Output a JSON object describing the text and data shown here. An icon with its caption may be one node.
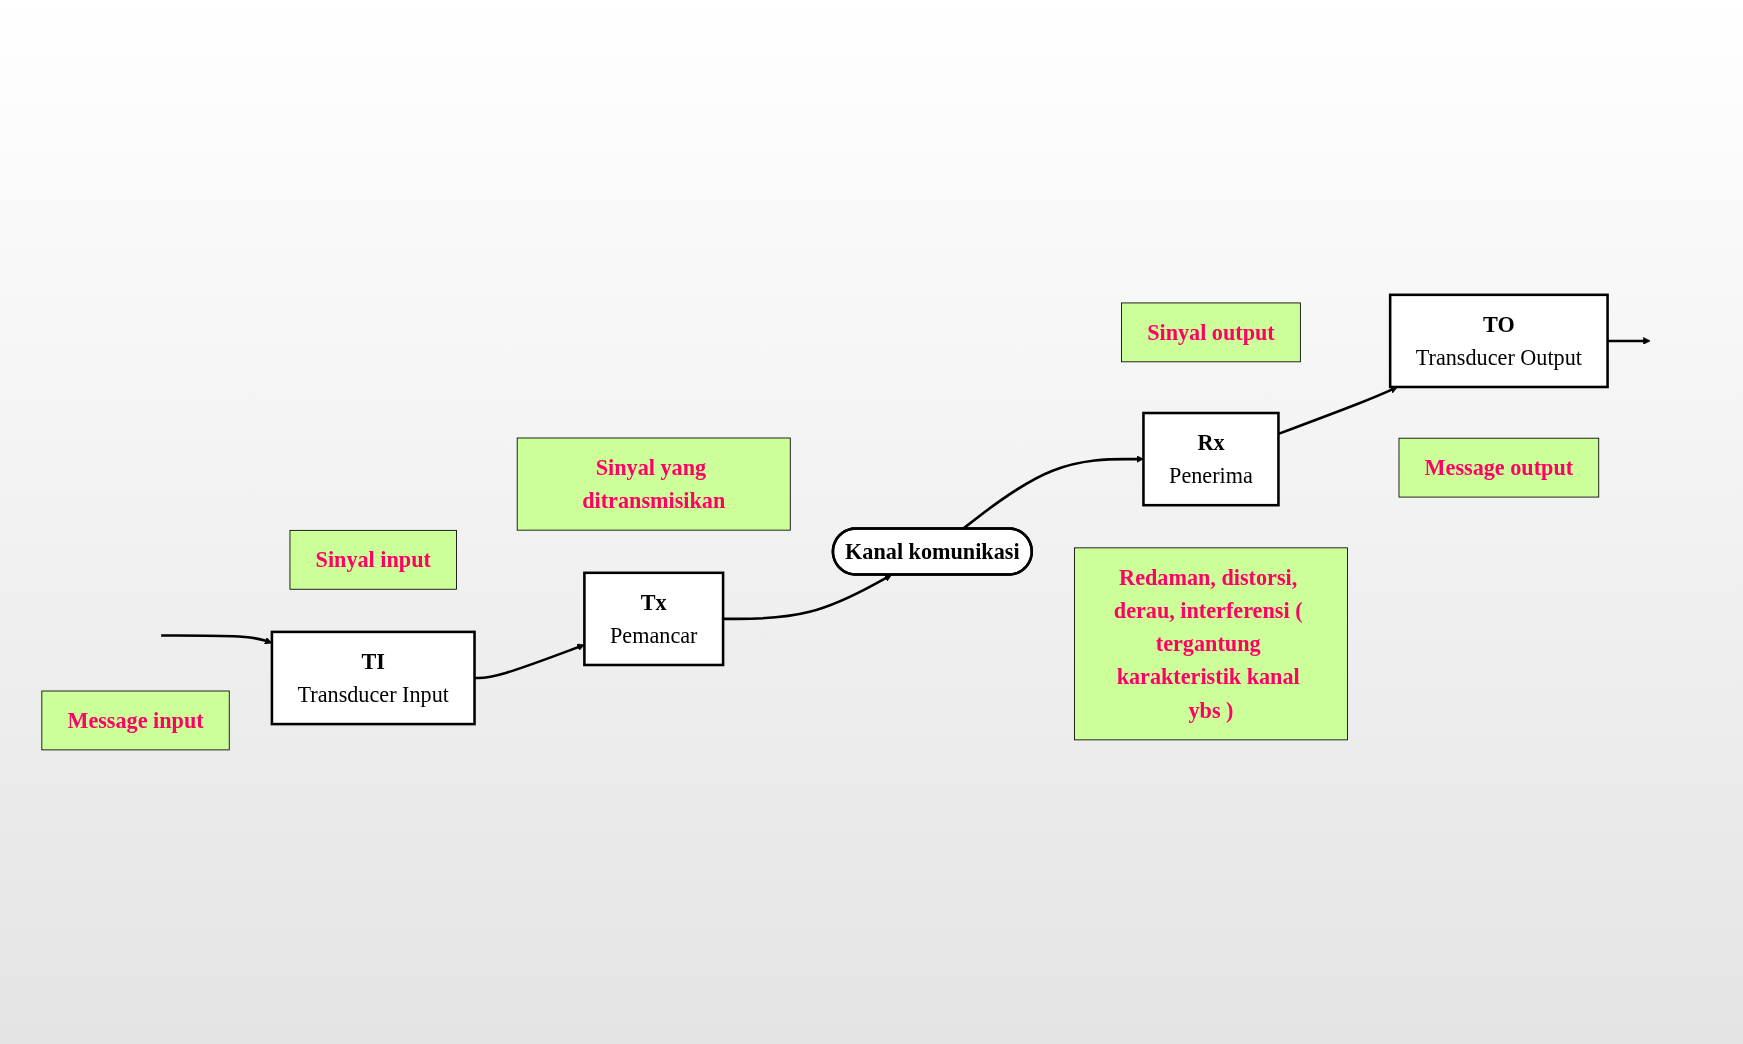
{
  "diagram": {
    "nodes": [
      {
        "text": [
          "Message input"
        ]
      },
      {
        "text": [
          "Sinyal input"
        ]
      },
      {
        "text": [
          "Sinyal yang ditransmisikan"
        ]
      },
      {
        "text": [
          "TI",
          "Transducer Input"
        ]
      },
      {
        "text": [
          "Tx",
          "Pemancar"
        ]
      },
      {
        "text": [
          "Kanal komunikasi"
        ]
      },
      {
        "text": [
          "Sinyal output"
        ]
      },
      {
        "text": [
          "TO",
          "Transducer Output"
        ]
      },
      {
        "text": [
          "Rx",
          "Penerima"
        ]
      },
      {
        "text": [
          "Message output"
        ]
      },
      {
        "text": [
          "Redaman, distorsi, derau, interferensi ( tergantung karakteristik kanal ybs )"
        ]
      }
    ],
    "edges": [
      {
        "from": null,
        "to": 3,
        "arrow": "to"
      },
      {
        "from": 3,
        "to": 4,
        "arrow": "to"
      },
      {
        "from": 4,
        "to": 5,
        "arrow": "to"
      },
      {
        "from": 5,
        "to": 8,
        "arrow": "to"
      },
      {
        "from": 8,
        "to": 7,
        "arrow": "to"
      },
      {
        "from": 7,
        "to": null,
        "arrow": "to"
      }
    ]
  }
}
